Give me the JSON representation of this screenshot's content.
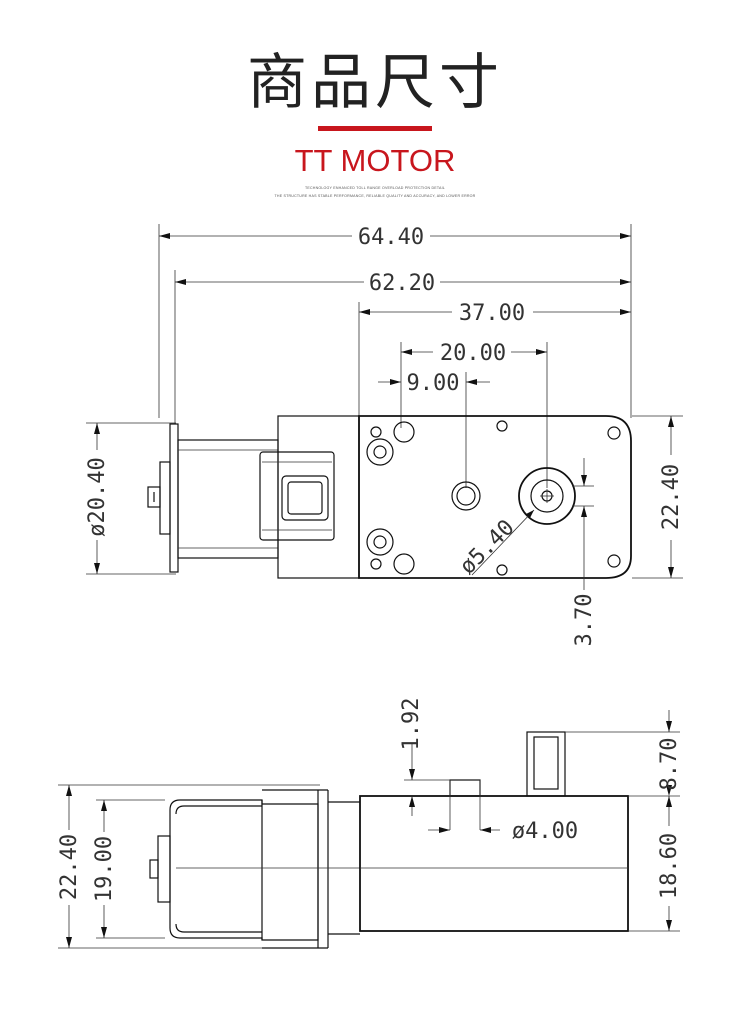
{
  "header": {
    "title": "商品尺寸",
    "subtitle": "TT MOTOR",
    "fine_print_1": "TECHNOLOGY ENHANCED TOLL RANGE OVERLOAD PROTECTION DETAIL",
    "fine_print_2": "THE STRUCTURE HAS STABLE PERFORMANCE, RELIABLE QUALITY AND ACCURACY, AND LOWER ERROR",
    "accent_color": "#c8161d"
  },
  "top_view": {
    "dims": {
      "overall_length": "64.40",
      "body_length": "62.20",
      "gearbox_length": "37.00",
      "shaft_offset": "20.00",
      "hole_offset": "9.00",
      "motor_diameter": "ø20.40",
      "gearbox_height": "22.40",
      "shaft_diameter": "ø5.40",
      "shaft_flat": "3.70"
    }
  },
  "side_view": {
    "dims": {
      "overall_height": "22.40",
      "motor_height": "19.00",
      "boss_height": "1.92",
      "boss_diameter": "ø4.00",
      "shaft_length": "8.70",
      "gearbox_height": "18.60"
    }
  }
}
